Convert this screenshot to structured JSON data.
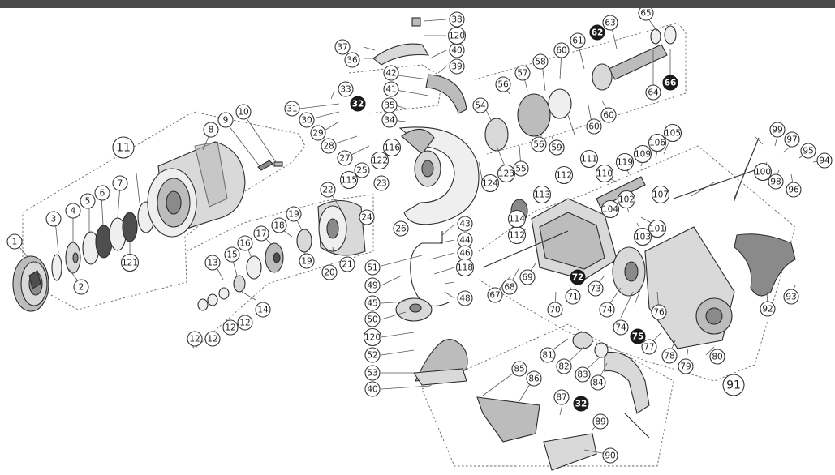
{
  "diagram": {
    "callouts": [
      "1",
      "2",
      "3",
      "4",
      "5",
      "6",
      "7",
      "8",
      "9",
      "10",
      "11",
      "12",
      "13",
      "14",
      "15",
      "16",
      "17",
      "18",
      "19",
      "20",
      "21",
      "22",
      "23",
      "24",
      "25",
      "26",
      "27",
      "28",
      "29",
      "30",
      "31",
      "32",
      "33",
      "34",
      "35",
      "36",
      "37",
      "38",
      "39",
      "40",
      "41",
      "42",
      "43",
      "44",
      "45",
      "46",
      "48",
      "49",
      "50",
      "51",
      "52",
      "53",
      "54",
      "55",
      "56",
      "57",
      "58",
      "59",
      "60",
      "61",
      "62",
      "63",
      "64",
      "65",
      "66",
      "67",
      "68",
      "69",
      "70",
      "71",
      "72",
      "73",
      "74",
      "75",
      "76",
      "77",
      "78",
      "79",
      "80",
      "81",
      "82",
      "83",
      "84",
      "85",
      "86",
      "87",
      "89",
      "90",
      "91",
      "92",
      "93",
      "94",
      "95",
      "96",
      "97",
      "98",
      "99",
      "100",
      "101",
      "102",
      "103",
      "104",
      "105",
      "106",
      "107",
      "109",
      "110",
      "111",
      "112",
      "113",
      "114",
      "115",
      "116",
      "118",
      "119",
      "120",
      "121",
      "122",
      "123",
      "124"
    ],
    "highlighted": [
      "32",
      "62",
      "66",
      "72",
      "75"
    ],
    "group_labels": [
      "11",
      "91"
    ]
  }
}
